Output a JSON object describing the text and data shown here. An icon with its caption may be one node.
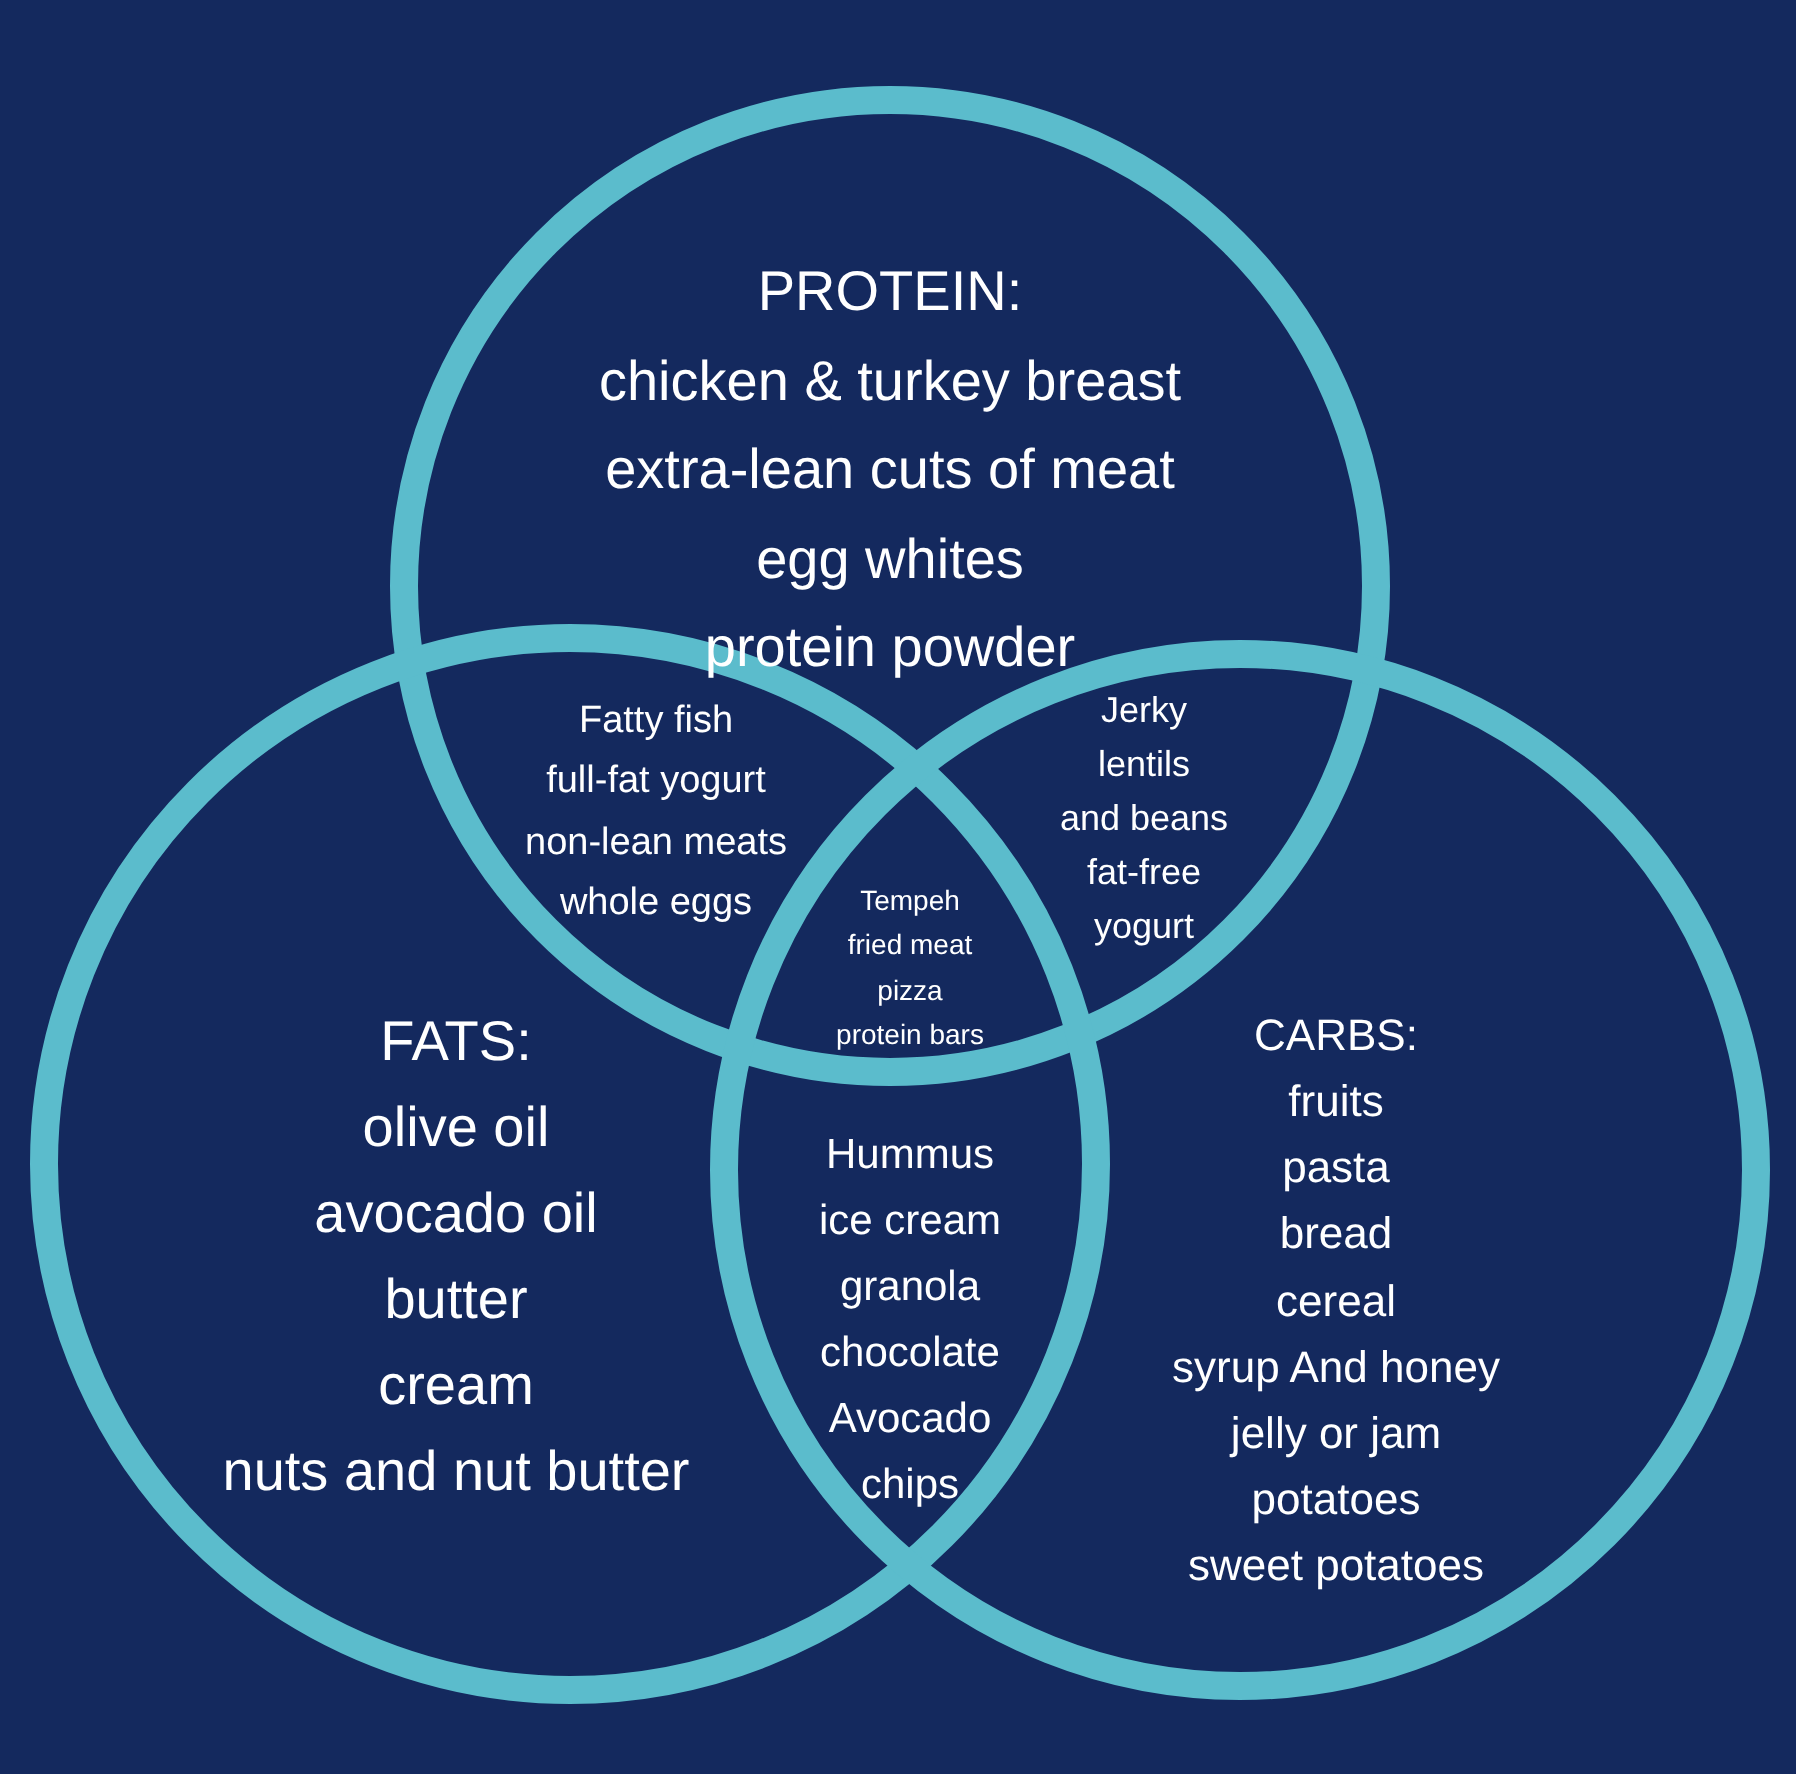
{
  "diagram": {
    "nodes": [
      {
        "text": [
          "PROTEIN:",
          "chicken & turkey breast",
          "extra-lean cuts of meat",
          "egg whites",
          "protein powder"
        ]
      },
      {
        "text": [
          "FATS:",
          "olive oil",
          "avocado oil",
          "butter",
          "cream",
          "nuts and nut butter"
        ]
      },
      {
        "text": [
          "CARBS:",
          "fruits",
          "pasta",
          "bread",
          "cereal",
          "syrup And honey",
          "jelly or jam",
          "potatoes",
          "sweet potatoes"
        ]
      }
    ],
    "edges": [],
    "labels": [
      "Fatty fish",
      "full-fat yogurt",
      "non-lean meats",
      "whole eggs",
      "Jerky",
      "lentils",
      "and beans",
      "fat-free",
      "yogurt",
      "Tempeh",
      "fried meat",
      "pizza",
      "protein bars",
      "Hummus",
      "ice cream",
      "granola",
      "chocolate",
      "Avocado",
      "chips"
    ]
  }
}
